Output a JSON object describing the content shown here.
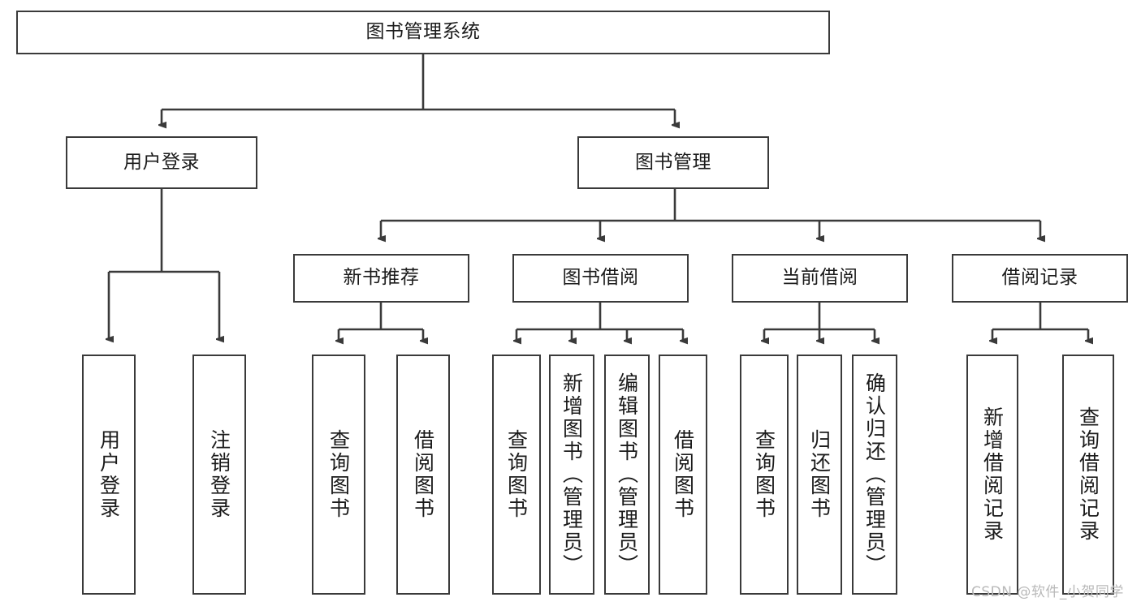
{
  "diagram": {
    "title_node": {
      "label": "图书管理系统"
    },
    "level2": [
      {
        "label": "用户登录"
      },
      {
        "label": "图书管理"
      }
    ],
    "level3": [
      {
        "label": "新书推荐"
      },
      {
        "label": "图书借阅"
      },
      {
        "label": "当前借阅"
      },
      {
        "label": "借阅记录"
      }
    ],
    "leaves_user_login": [
      {
        "label": "用户登录"
      },
      {
        "label": "注销登录"
      }
    ],
    "leaves_new_book": [
      {
        "label": "查询图书"
      },
      {
        "label": "借阅图书"
      }
    ],
    "leaves_borrow": [
      {
        "label": "查询图书"
      },
      {
        "label": "新增图书（管理员）"
      },
      {
        "label": "编辑图书（管理员）"
      },
      {
        "label": "借阅图书"
      }
    ],
    "leaves_current": [
      {
        "label": "查询图书"
      },
      {
        "label": "归还图书"
      },
      {
        "label": "确认归还（管理员）"
      }
    ],
    "leaves_records": [
      {
        "label": "新增借阅记录"
      },
      {
        "label": "查询借阅记录"
      }
    ]
  },
  "watermark": {
    "text": "CSDN @软件_小贺同学"
  },
  "colors": {
    "border": "#3a3a3a",
    "text": "#1b1b1b",
    "background": "#ffffff",
    "watermark": "#b9b9b9"
  }
}
